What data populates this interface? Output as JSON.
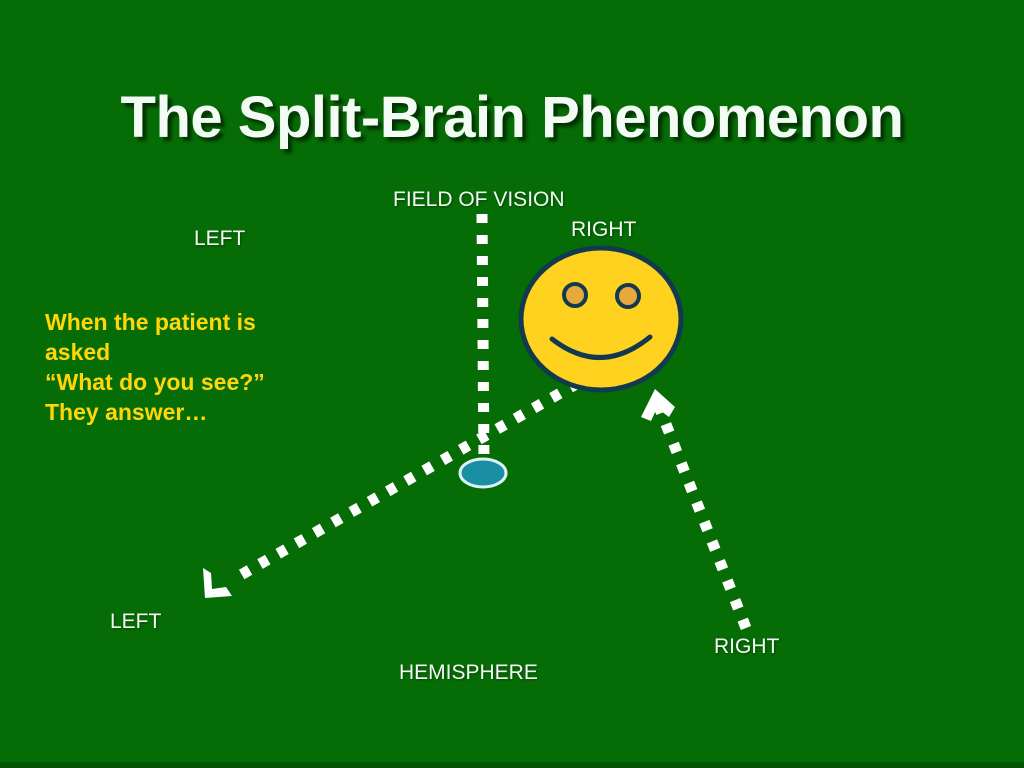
{
  "slide": {
    "title": "The Split-Brain Phenomenon",
    "background_color": "#066c06"
  },
  "labels": {
    "field_of_vision": "FIELD OF VISION",
    "top_left": "LEFT",
    "top_right": "RIGHT",
    "bottom_left": "LEFT",
    "bottom_right": "RIGHT",
    "hemisphere": "HEMISPHERE"
  },
  "caption": {
    "line1": "When the patient is",
    "line2": "asked",
    "line3": "“What do you see?”",
    "line4": "They answer…",
    "color": "#ffd60a"
  },
  "diagram": {
    "face_fill": "#ffd21f",
    "face_stroke": "#113a4e",
    "eye_fill": "#e8a93c",
    "ellipse_fill": "#1a8fa3",
    "ellipse_stroke": "#dff3f5",
    "dotted_color": "#ffffff",
    "arrow_color": "#ffffff"
  }
}
